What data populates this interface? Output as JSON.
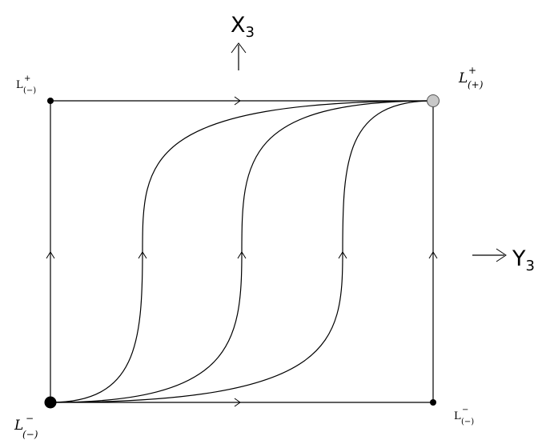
{
  "axes": {
    "vertical": {
      "letter": "X",
      "sub": "3"
    },
    "horizontal": {
      "letter": "Y",
      "sub": "3"
    }
  },
  "points": {
    "top_left": {
      "letter": "L",
      "sup": "+",
      "sub": "(−)"
    },
    "top_right": {
      "letter": "L",
      "sup": "+",
      "sub": "(+)"
    },
    "bottom_left": {
      "letter": "L",
      "sup": "−",
      "sub": "(−)"
    },
    "bottom_right": {
      "letter": "L",
      "sup": "−",
      "sub": "(−)"
    }
  },
  "colors": {
    "stroke": "#000000",
    "stable_node": "#000000",
    "unstable_node": "#c8c8c8"
  }
}
